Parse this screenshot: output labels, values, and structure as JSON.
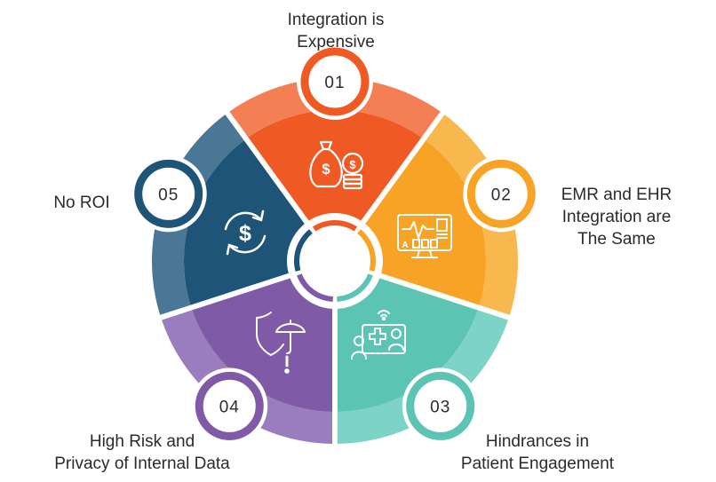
{
  "segments": [
    {
      "number": "01",
      "label_lines": [
        "Integration is",
        "Expensive"
      ],
      "color": "#EF5A24",
      "rim": "#F47F55",
      "icon": "money-bag-coins-icon"
    },
    {
      "number": "02",
      "label_lines": [
        "EMR and EHR",
        "Integration are",
        "The Same"
      ],
      "color": "#F7A325",
      "rim": "#F9B84E",
      "icon": "computer-monitor-chart-icon"
    },
    {
      "number": "03",
      "label_lines": [
        "Hindrances in",
        "Patient Engagement"
      ],
      "color": "#5CC4B3",
      "rim": "#7DD3C5",
      "icon": "telehealth-doctor-patient-icon"
    },
    {
      "number": "04",
      "label_lines": [
        "High Risk and",
        "Privacy of Internal Data"
      ],
      "color": "#7F5AA6",
      "rim": "#9A7DBE",
      "icon": "shield-umbrella-warning-icon"
    },
    {
      "number": "05",
      "label_lines": [
        "No ROI"
      ],
      "color": "#1E5478",
      "rim": "#4A7795",
      "icon": "dollar-cycle-icon"
    }
  ]
}
